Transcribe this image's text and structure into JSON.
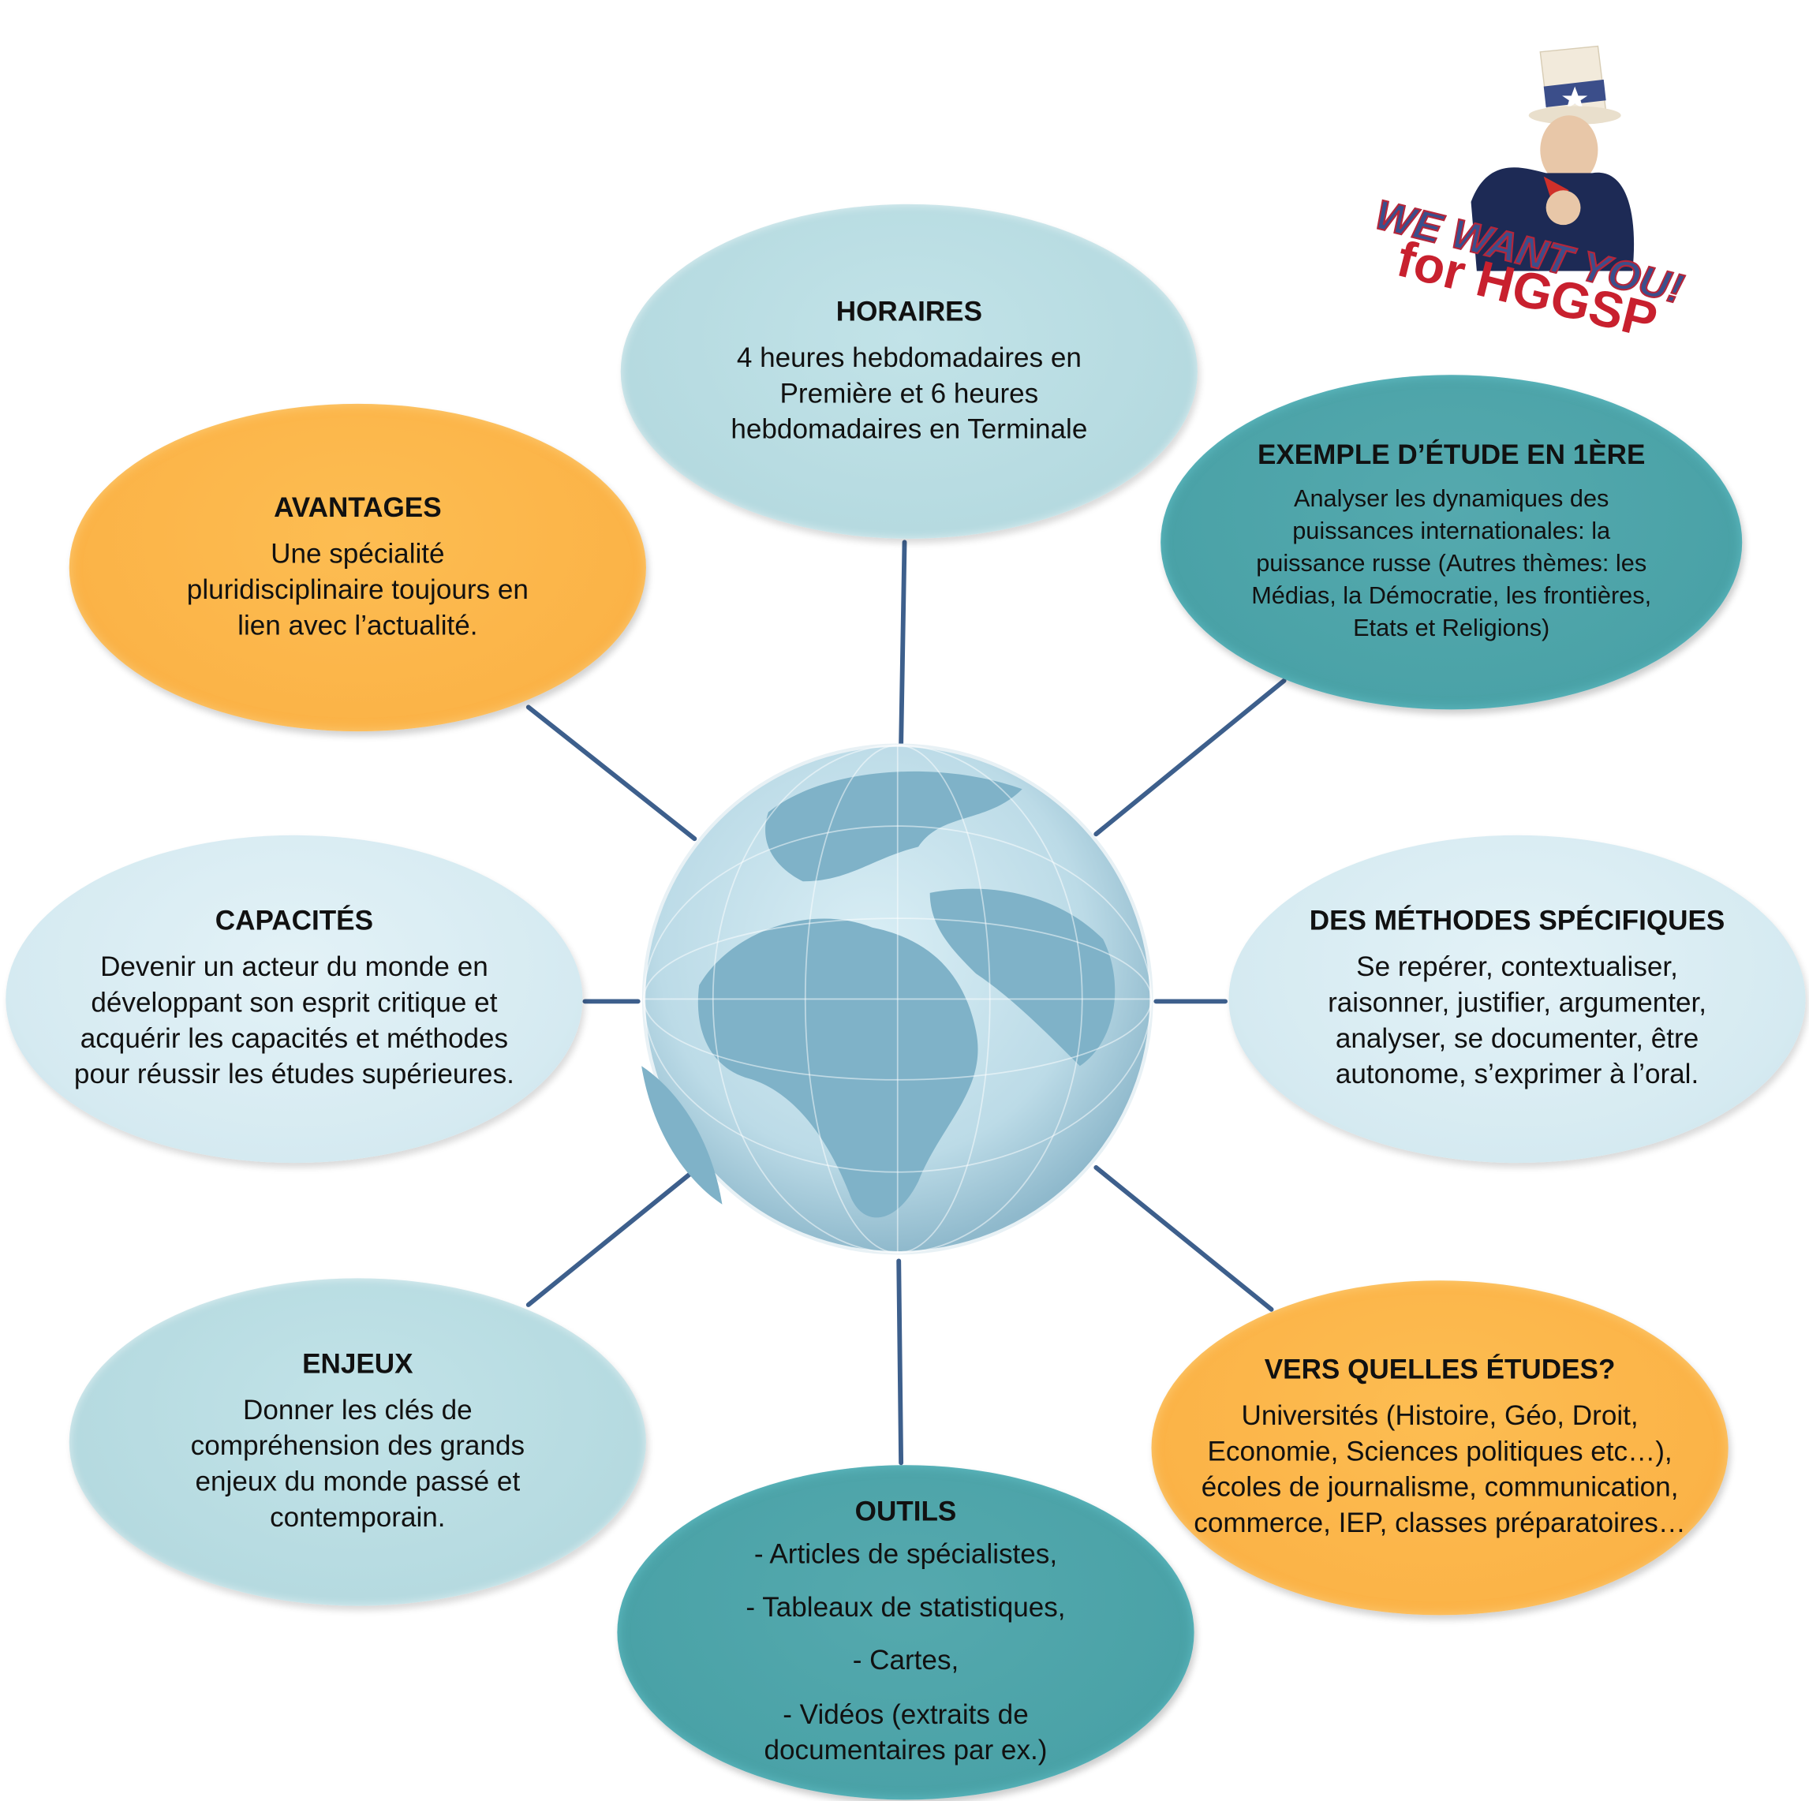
{
  "center": {
    "icon": "globe-icon"
  },
  "nodes": {
    "horaires": {
      "title": "HORAIRES",
      "body": "4 heures hebdomadaires en Première et 6 heures hebdomadaires en Terminale"
    },
    "avantages": {
      "title": "AVANTAGES",
      "body": "Une spécialité pluridisciplinaire toujours en lien avec l’actualité."
    },
    "exemple": {
      "title": "EXEMPLE D’ÉTUDE EN 1ÈRE",
      "body": "Analyser les dynamiques des puissances internationales: la puissance russe (Autres thèmes: les Médias, la Démocratie, les frontières, Etats et Religions)"
    },
    "capacites": {
      "title": "CAPACITÉS",
      "body": "Devenir un acteur du monde en développant son esprit critique et acquérir les capacités et méthodes pour réussir les études supérieures."
    },
    "methodes": {
      "title": "DES MÉTHODES SPÉCIFIQUES",
      "body": "Se repérer, contextualiser, raisonner, justifier, argumenter, analyser, se documenter, être autonome, s’exprimer à l’oral."
    },
    "enjeux": {
      "title": "ENJEUX",
      "body": "Donner les clés de compréhension des grands enjeux du monde passé et contemporain."
    },
    "outils": {
      "title": "OUTILS",
      "items": [
        "- Articles de spécialistes,",
        "- Tableaux de statistiques,",
        "- Cartes,",
        "- Vidéos (extraits de documentaires par ex.)"
      ]
    },
    "etudes": {
      "title": "VERS QUELLES ÉTUDES?",
      "body": "Universités (Histoire, Géo, Droit, Economie, Sciences politiques etc…), écoles de journalisme, communication, commerce, IEP, classes préparatoires…"
    }
  },
  "poster": {
    "line1": "WE WANT YOU!",
    "line2": "for HGGSP"
  },
  "colors": {
    "connector": "#3d5f8c",
    "orange": "#fbb84e",
    "teal": "#4fa6ab",
    "light_blue": "#b8dde3",
    "pale_blue": "#d6ebf2"
  }
}
